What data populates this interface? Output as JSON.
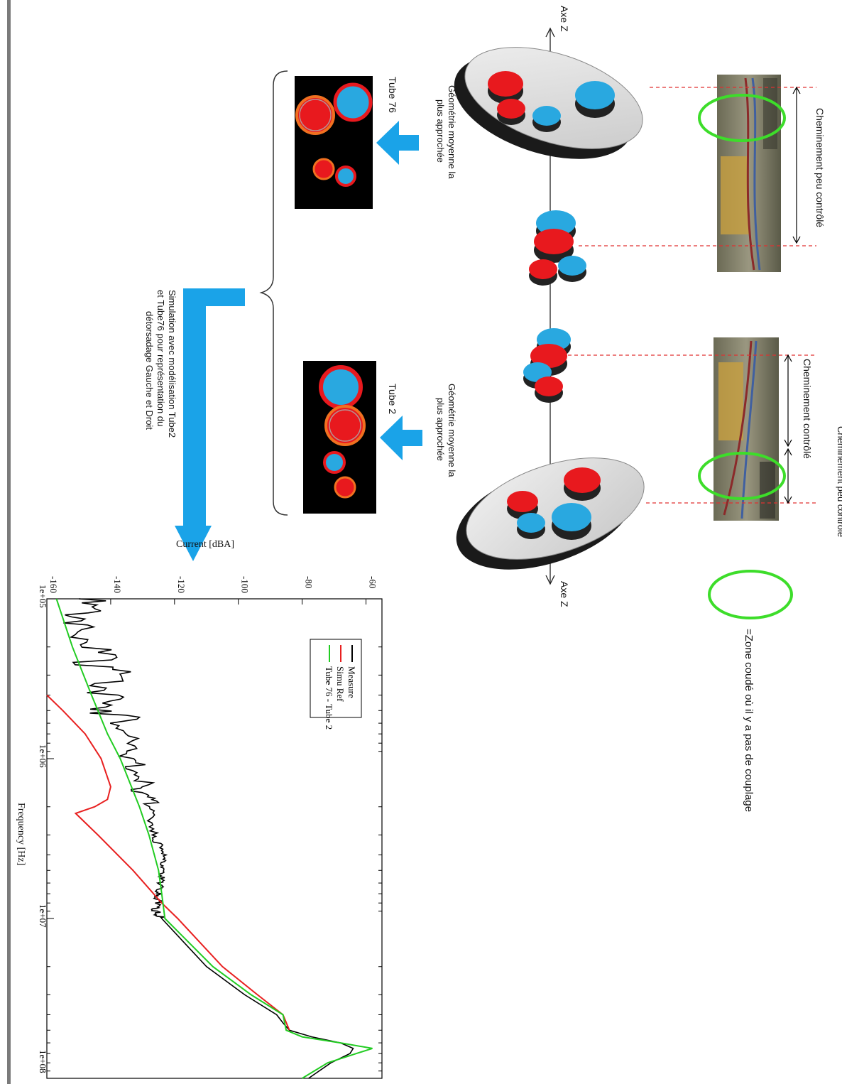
{
  "diagram": {
    "axis_z_label": "Axe Z",
    "cheminement_left_top": "Cheminement peu contrôlé",
    "cheminement_right_controlled": "Cheminement contrôlé",
    "cheminement_right_peu": "Cheminement peu contrôlé",
    "geometry_label": "Géométrie moyenne la plus approchée",
    "tube76_label": "Tube 76",
    "tube2_label": "Tube 2",
    "simulation_text": "Simulation avec modélisation Tube2 et Tube76 pour représentation du détorsadage Gauche et Droit",
    "legend_circle_text": "=Zone coudé où il y a pas de couplage",
    "colors": {
      "red": "#e8191e",
      "blue": "#29a8e0",
      "arrow": "#1aa3e8",
      "green": "#3ddd2a",
      "dash": "#e03030"
    }
  },
  "chart_data": {
    "type": "line",
    "xlabel": "Frequency [Hz]",
    "ylabel": "Current [dBA]",
    "x_scale": "log",
    "xlim": [
      100000,
      100000000
    ],
    "ylim": [
      -160,
      -55
    ],
    "x_ticks": [
      "1e+05",
      "1e+06",
      "1e+07",
      "1e+08"
    ],
    "y_ticks": [
      "-160",
      "-140",
      "-120",
      "-100",
      "-80",
      "-60"
    ],
    "legend_position": "upper-left",
    "series": [
      {
        "name": "Measure",
        "color": "#000000",
        "x": [
          100000,
          150000,
          250000,
          400000,
          600000,
          1000000,
          1500000,
          2000000,
          3000000,
          4000000,
          5000000,
          6000000,
          7000000,
          8000000,
          9000000,
          10000000,
          20000000,
          30000000,
          40000000,
          45000000,
          50000000,
          55000000,
          60000000,
          65000000,
          70000000,
          80000000,
          100000000
        ],
        "y": [
          -150,
          -147,
          -143,
          -140,
          -137,
          -133,
          -130,
          -128,
          -126,
          -124,
          -123,
          -125,
          -125,
          -125,
          -126,
          -124,
          -110,
          -98,
          -88,
          -86,
          -84,
          -77,
          -68,
          -64,
          -65,
          -71,
          -78
        ]
      },
      {
        "name": "Simu Ref",
        "color": "#e82020",
        "x": [
          400000,
          500000,
          700000,
          1000000,
          1500000,
          1800000,
          2000000,
          2200000,
          3000000,
          5000000,
          8000000,
          10000000,
          20000000,
          30000000,
          40000000,
          50000000
        ],
        "y": [
          -160,
          -155,
          -148,
          -143,
          -140,
          -141,
          -145,
          -151,
          -144,
          -133,
          -124,
          -119,
          -105,
          -94,
          -86,
          -84
        ]
      },
      {
        "name": "Tube 76 - Tube 2",
        "color": "#22cc22",
        "x": [
          100000,
          200000,
          400000,
          700000,
          1000000,
          2000000,
          3000000,
          5000000,
          7000000,
          10000000,
          20000000,
          30000000,
          40000000,
          50000000,
          55000000,
          60000000,
          65000000,
          70000000,
          80000000,
          100000000
        ],
        "y": [
          -157,
          -152,
          -146,
          -141,
          -137,
          -131,
          -128,
          -125,
          -124,
          -123,
          -108,
          -96,
          -86,
          -85,
          -80,
          -68,
          -58,
          -63,
          -72,
          -80
        ]
      }
    ]
  }
}
